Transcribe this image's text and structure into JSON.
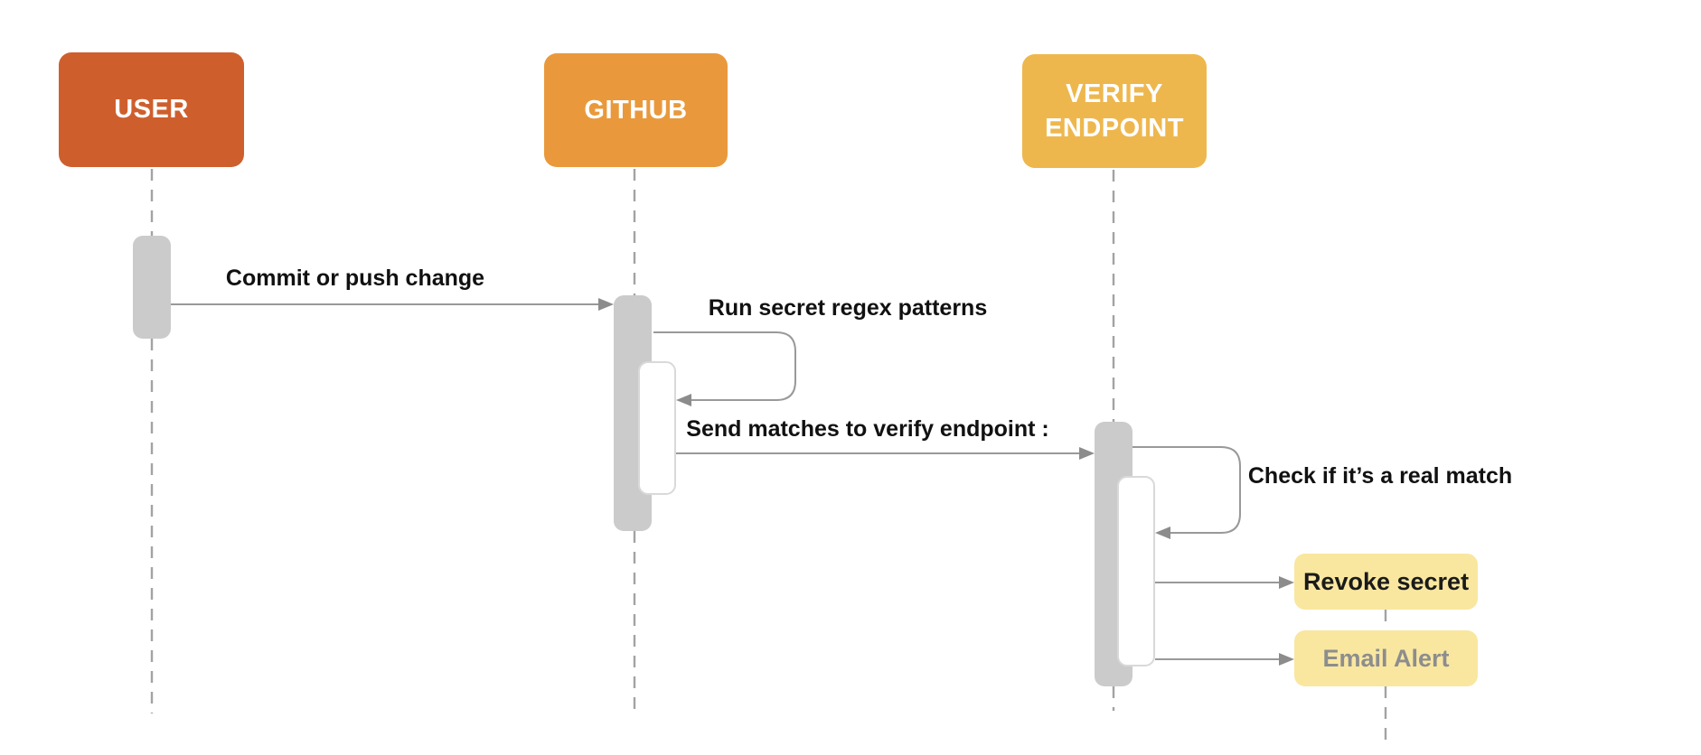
{
  "actors": {
    "user": {
      "label": "USER"
    },
    "github": {
      "label": "GITHUB"
    },
    "verify": {
      "label": "VERIFY ENDPOINT"
    }
  },
  "messages": {
    "commit": {
      "from": "USER",
      "to": "GITHUB",
      "label": "Commit or push change"
    },
    "regex": {
      "from": "GITHUB",
      "to": "GITHUB",
      "label": "Run secret regex patterns"
    },
    "send": {
      "from": "GITHUB",
      "to": "VERIFY ENDPOINT",
      "label": "Send matches to verify endpoint :"
    },
    "check": {
      "from": "VERIFY ENDPOINT",
      "to": "VERIFY ENDPOINT",
      "label": "Check if it’s a real match"
    },
    "revoke": {
      "from": "VERIFY ENDPOINT",
      "to": "Revoke secret",
      "label": "Revoke secret"
    },
    "email": {
      "from": "VERIFY ENDPOINT",
      "to": "Email Alert",
      "label": "Email Alert"
    }
  },
  "colors": {
    "actor_user": "#CE5F2D",
    "actor_github": "#E9993C",
    "actor_verify": "#EEB74E",
    "actor_text": "#FFFFFF",
    "note_fill": "#F9E7A0",
    "note_text_revoke": "#1A1A1A",
    "note_text_email": "#8D8D8D",
    "activation_fill": "#CBCBCB",
    "line": "#999999",
    "message_text": "#111111"
  }
}
